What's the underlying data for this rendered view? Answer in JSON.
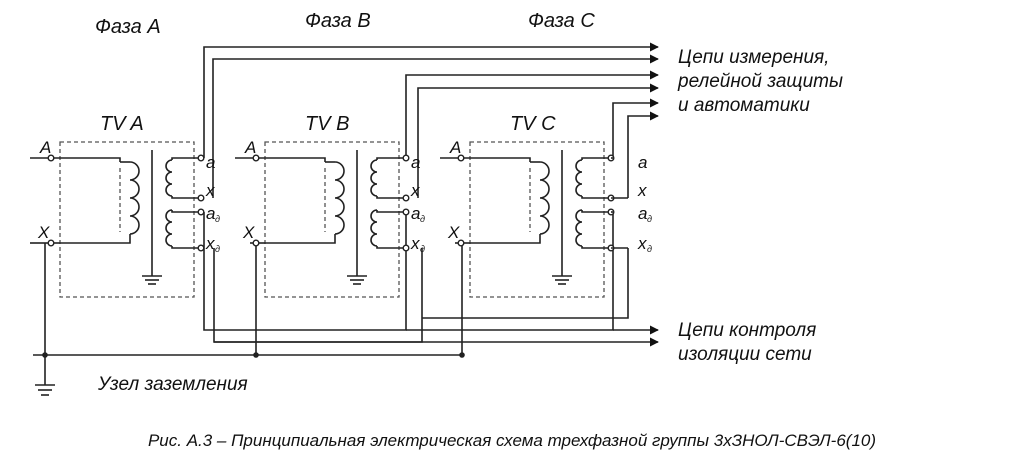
{
  "phases": [
    {
      "title": "Фаза А",
      "transformer": "TV A"
    },
    {
      "title": "Фаза В",
      "transformer": "TV B"
    },
    {
      "title": "Фаза С",
      "transformer": "TV C"
    }
  ],
  "primary_terminals": {
    "top": "A",
    "bottom": "X"
  },
  "secondary_terminals": {
    "a": "a",
    "x": "x",
    "a_d": "a",
    "a_d_sub": "д",
    "x_d": "x",
    "x_d_sub": "д"
  },
  "outputs": {
    "measurement": [
      "Цепи измерения,",
      "релейной защиты",
      "и автоматики"
    ],
    "isolation": [
      "Цепи контроля",
      "изоляции сети"
    ]
  },
  "ground_label": "Узел заземления",
  "caption": "Рис. А.3 – Принципиальная электрическая схема трехфазной группы 3хЗНОЛ-СВЭЛ-6(10)"
}
